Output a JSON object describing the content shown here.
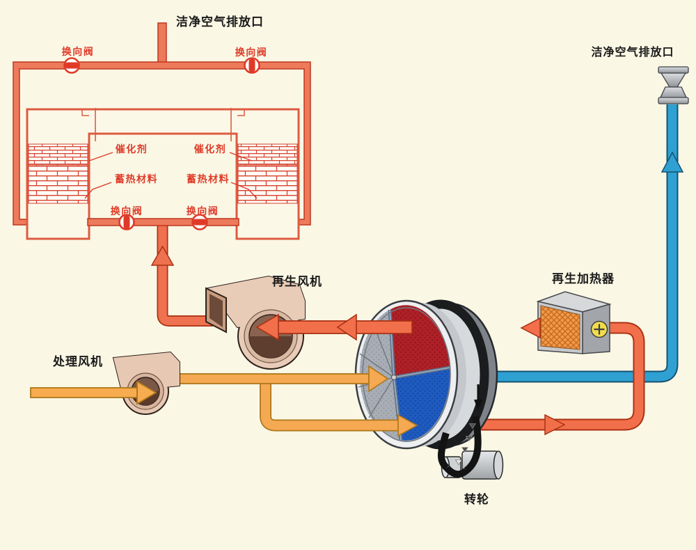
{
  "labels": {
    "clean_air_outlet": "洁净空气排放口",
    "reversing_valve": "换向阀",
    "catalyst": "催化剂",
    "heat_storage_material": "蓄热材料",
    "regeneration_fan": "再生风机",
    "process_fan": "处理风机",
    "regeneration_heater": "再生加热器",
    "rotary_wheel": "转轮"
  },
  "colors": {
    "background": "#FAF7E5",
    "hot_pipe": "#F26F4B",
    "hot_pipe_outline": "#AA3214",
    "process_pipe": "#F5A952",
    "process_pipe_outline": "#AD7719",
    "clean_air_pipe": "#2FA0D2",
    "clean_air_pipe_outline": "#14536F",
    "rto_pipe": "#EC7A5B",
    "rto_pipe_outline": "#C0371F",
    "diagram_red": "#DF3A28",
    "wheel_red_sector": "#AF2027",
    "wheel_blue_sector": "#1E5BC0",
    "wheel_gray_sector": "#A9AEB6",
    "heater_panel": "#F09A47",
    "label_text": "#1A1A1A"
  }
}
